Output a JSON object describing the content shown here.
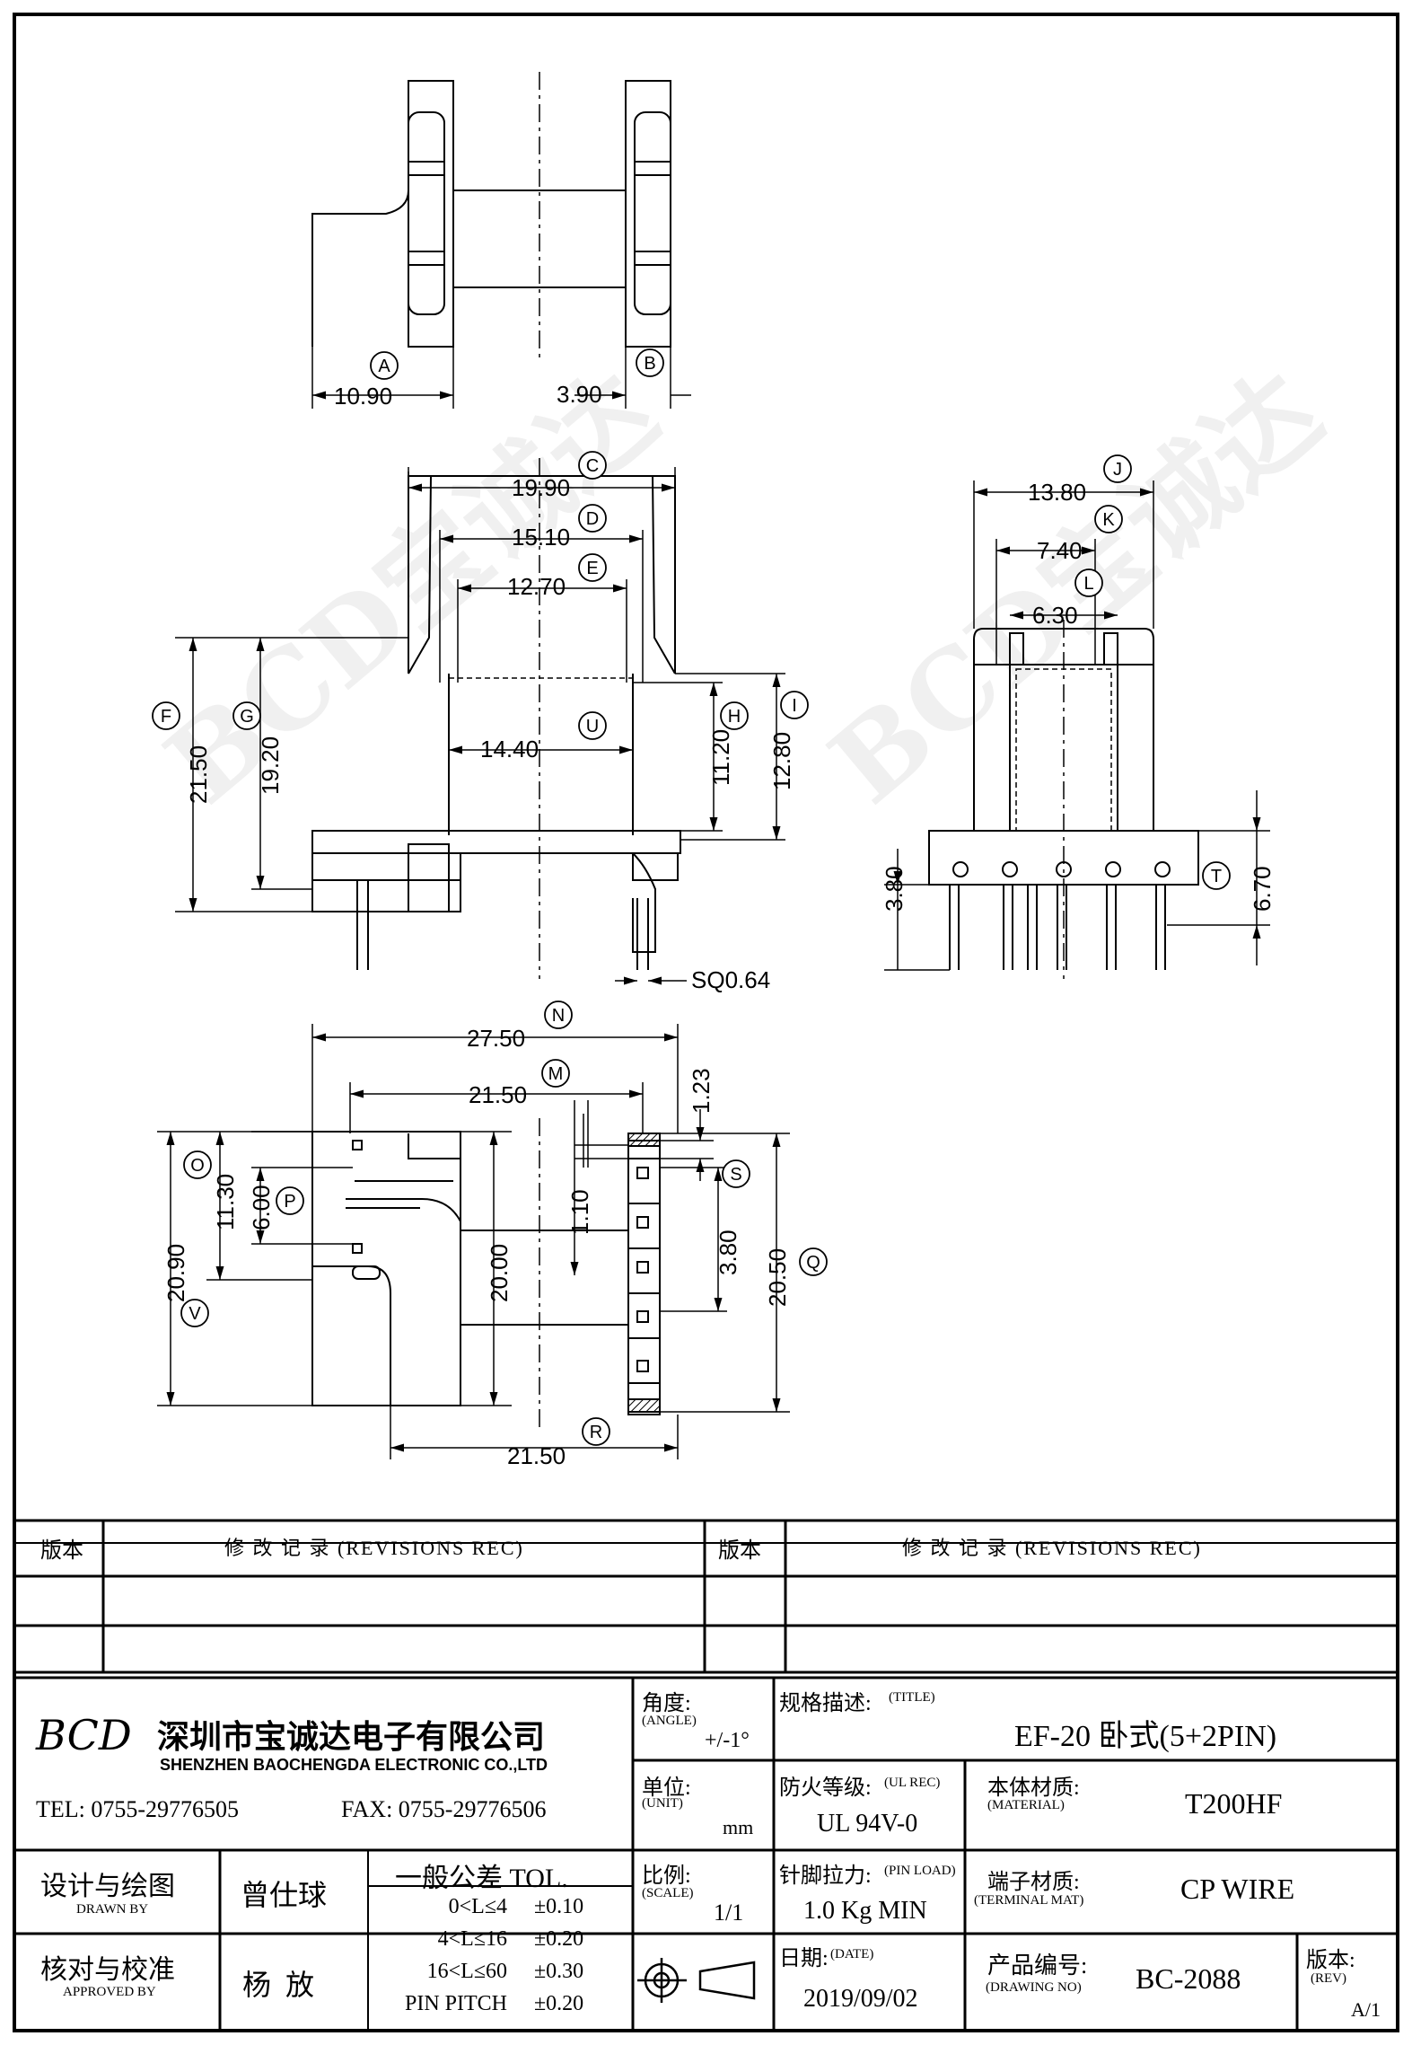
{
  "views": {
    "top": {
      "dims": {
        "A": "10.90",
        "B": "3.90"
      }
    },
    "front": {
      "dims": {
        "C": "19.90",
        "D": "15.10",
        "E": "12.70",
        "U": "14.40",
        "F": "21.50",
        "G": "19.20",
        "H": "11.20",
        "I": "12.80",
        "sq": "SQ0.64"
      }
    },
    "side": {
      "dims": {
        "J": "13.80",
        "K": "7.40",
        "L": "6.30",
        "T": "6.70",
        "left": "3.80"
      }
    },
    "bottom": {
      "dims": {
        "N": "27.50",
        "M": "21.50",
        "R": "21.50",
        "V": "20.90",
        "O": "11.30",
        "P": "6.00",
        "mid": "20.00",
        "s1": "1.10",
        "s2": "1.23",
        "S": "3.80",
        "Q": "20.50"
      }
    }
  },
  "labels": {
    "A": "A",
    "B": "B",
    "C": "C",
    "D": "D",
    "E": "E",
    "F": "F",
    "G": "G",
    "H": "H",
    "I": "I",
    "J": "J",
    "K": "K",
    "L": "L",
    "M": "M",
    "N": "N",
    "O": "O",
    "P": "P",
    "Q": "Q",
    "R": "R",
    "S": "S",
    "T": "T",
    "U": "U",
    "V": "V"
  },
  "revisions": {
    "ver_label": "版本",
    "rec_label": "修 改 记 录 (REVISIONS REC)"
  },
  "company": {
    "logo": "BCD",
    "name_cn": "深圳市宝诚达电子有限公司",
    "name_en": "SHENZHEN BAOCHENGDA ELECTRONIC CO.,LTD",
    "tel": "TEL: 0755-29776505",
    "fax": "FAX: 0755-29776506"
  },
  "titleblock": {
    "angle_label": "角度:",
    "angle_en": "(ANGLE)",
    "angle_value": "+/-1°",
    "title_label": "规格描述:",
    "title_en": "(TITLE)",
    "title_value": "EF-20 卧式(5+2PIN)",
    "unit_label": "单位:",
    "unit_en": "(UNIT)",
    "unit_value": "mm",
    "ul_label": "防火等级:",
    "ul_en": "(UL REC)",
    "ul_value": "UL 94V-0",
    "mat_label": "本体材质:",
    "mat_en": "(MATERIAL)",
    "mat_value": "T200HF",
    "drawn_label": "设计与绘图",
    "drawn_en": "DRAWN BY",
    "drawn_value": "曾仕球",
    "tol_label": "一般公差 TOL.",
    "tol_rows": [
      {
        "range": "0<L≤4",
        "tol": "±0.10"
      },
      {
        "range": "4<L≤16",
        "tol": "±0.20"
      },
      {
        "range": "16<L≤60",
        "tol": "±0.30"
      },
      {
        "range": "PIN PITCH",
        "tol": "±0.20"
      }
    ],
    "scale_label": "比例:",
    "scale_en": "(SCALE)",
    "scale_value": "1/1",
    "pin_label": "针脚拉力:",
    "pin_en": "(PIN LOAD)",
    "pin_value": "1.0 Kg MIN",
    "term_label": "端子材质:",
    "term_en": "(TERMINAL MAT)",
    "term_value": "CP WIRE",
    "approved_label": "核对与校准",
    "approved_en": "APPROVED BY",
    "approved_value": "杨  放",
    "date_label": "日期:",
    "date_en": "(DATE)",
    "date_value": "2019/09/02",
    "dwg_label": "产品编号:",
    "dwg_en": "(DRAWING NO)",
    "dwg_value": "BC-2088",
    "rev_label": "版本:",
    "rev_en": "(REV)",
    "rev_value": "A/1"
  }
}
